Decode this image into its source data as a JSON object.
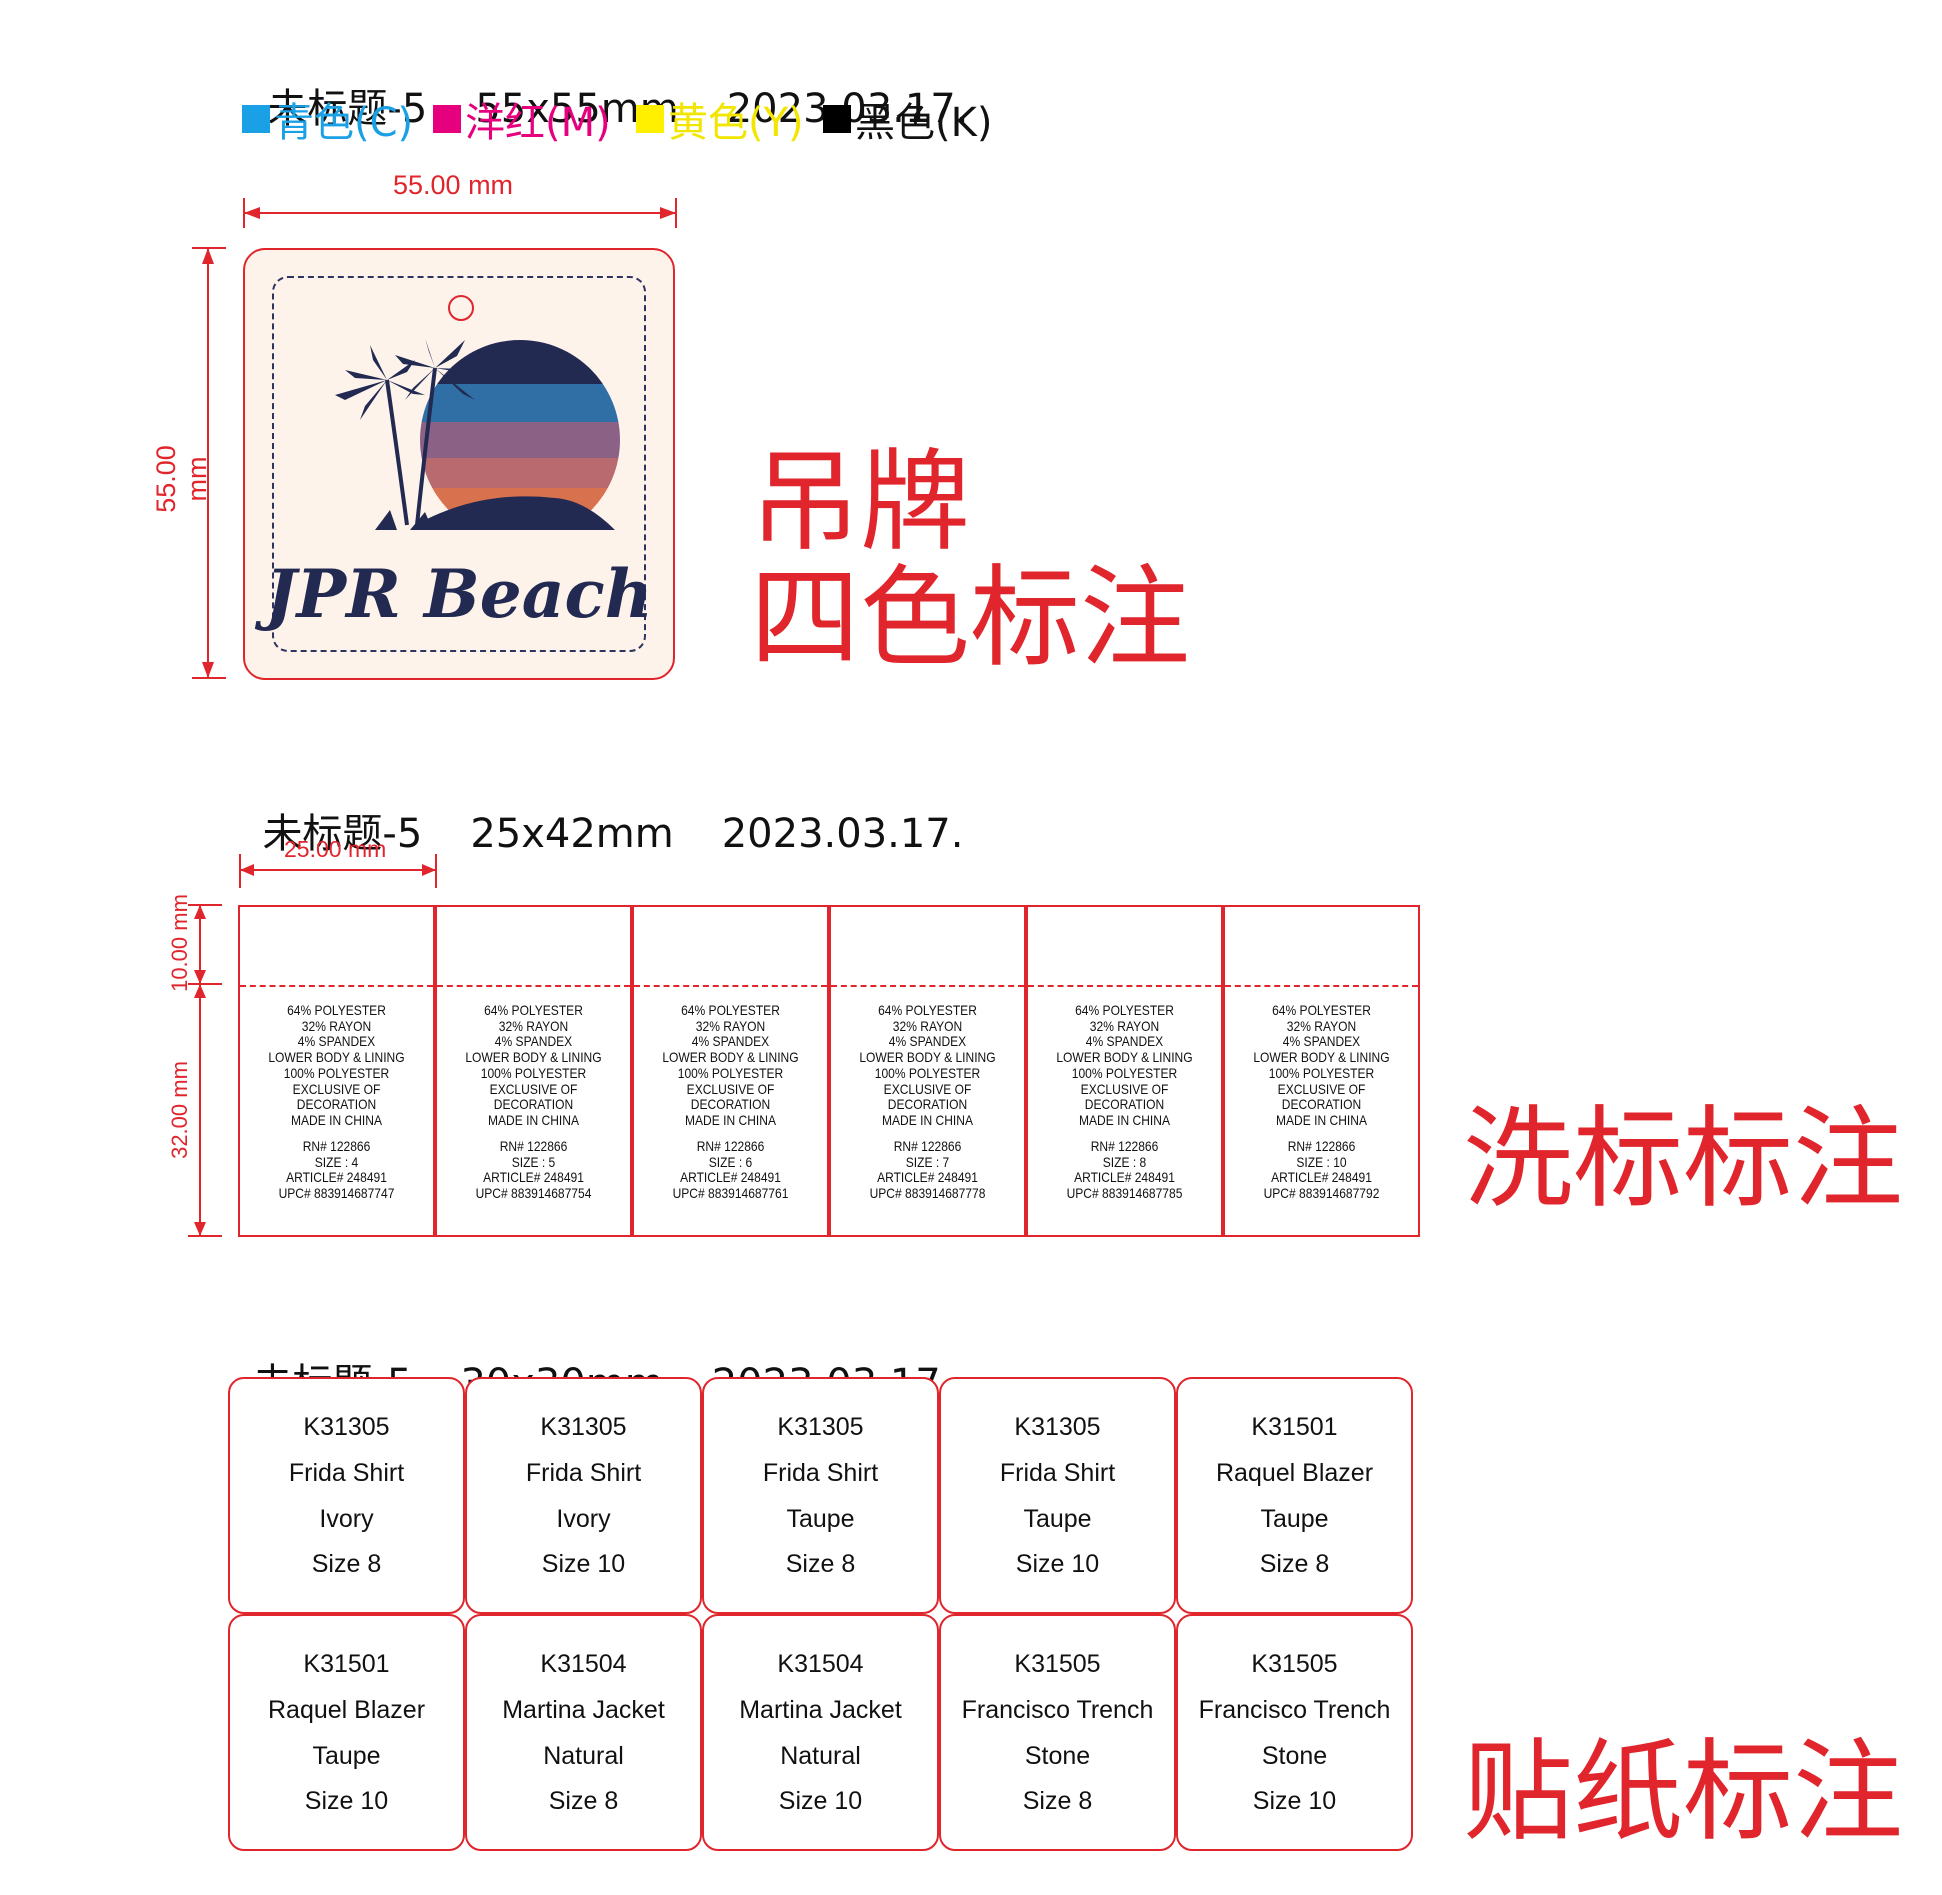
{
  "hangtag_section": {
    "header": {
      "name": "未标题-5",
      "size": "55x55mm",
      "date": "2023.03.17."
    },
    "legend": [
      {
        "label": "青色(C)",
        "color": "#1aa0e4"
      },
      {
        "label": "洋红(M)",
        "color": "#e6007e"
      },
      {
        "label": "黄色(Y)",
        "color": "#fff000"
      },
      {
        "label": "黑色(K)",
        "color": "#000000"
      }
    ],
    "width_label": "55.00 mm",
    "height_label": "55.00 mm",
    "brand": "JPR Beach",
    "title_line1": "吊牌",
    "title_line2": "四色标注"
  },
  "wash_section": {
    "header": {
      "name": "未标题-5",
      "size": "25x42mm",
      "date": "2023.03.17."
    },
    "width_label": "25.00 mm",
    "fold_label": "10.00 mm",
    "body_label": "32.00 mm",
    "title": "洗标标注",
    "composition": [
      "64% POLYESTER",
      "32% RAYON",
      "4% SPANDEX",
      "LOWER BODY & LINING",
      "100% POLYESTER",
      "EXCLUSIVE OF DECORATION",
      "MADE IN CHINA"
    ],
    "labels": [
      {
        "rn": "RN# 122866",
        "size": "SIZE : 4",
        "article": "ARTICLE# 248491",
        "upc": "UPC# 883914687747"
      },
      {
        "rn": "RN# 122866",
        "size": "SIZE : 5",
        "article": "ARTICLE# 248491",
        "upc": "UPC# 883914687754"
      },
      {
        "rn": "RN# 122866",
        "size": "SIZE : 6",
        "article": "ARTICLE# 248491",
        "upc": "UPC# 883914687761"
      },
      {
        "rn": "RN# 122866",
        "size": "SIZE : 7",
        "article": "ARTICLE# 248491",
        "upc": "UPC# 883914687778"
      },
      {
        "rn": "RN# 122866",
        "size": "SIZE : 8",
        "article": "ARTICLE# 248491",
        "upc": "UPC# 883914687785"
      },
      {
        "rn": "RN# 122866",
        "size": "SIZE : 10",
        "article": "ARTICLE# 248491",
        "upc": "UPC# 883914687792"
      }
    ]
  },
  "sticker_section": {
    "header": {
      "name": "未标题-5",
      "size": "30x30mm",
      "date": "2023.03.17."
    },
    "title": "贴纸标注",
    "stickers": [
      {
        "code": "K31305",
        "name": "Frida Shirt",
        "color": "Ivory",
        "size": "Size 8"
      },
      {
        "code": "K31305",
        "name": "Frida Shirt",
        "color": "Ivory",
        "size": "Size 10"
      },
      {
        "code": "K31305",
        "name": "Frida Shirt",
        "color": "Taupe",
        "size": "Size 8"
      },
      {
        "code": "K31305",
        "name": "Frida Shirt",
        "color": "Taupe",
        "size": "Size 10"
      },
      {
        "code": "K31501",
        "name": "Raquel Blazer",
        "color": "Taupe",
        "size": "Size 8"
      },
      {
        "code": "K31501",
        "name": "Raquel Blazer",
        "color": "Taupe",
        "size": "Size 10"
      },
      {
        "code": "K31504",
        "name": "Martina Jacket",
        "color": "Natural",
        "size": "Size 8"
      },
      {
        "code": "K31504",
        "name": "Martina Jacket",
        "color": "Natural",
        "size": "Size 10"
      },
      {
        "code": "K31505",
        "name": "Francisco Trench",
        "color": "Stone",
        "size": "Size 8"
      },
      {
        "code": "K31505",
        "name": "Francisco Trench",
        "color": "Stone",
        "size": "Size 10"
      }
    ]
  }
}
